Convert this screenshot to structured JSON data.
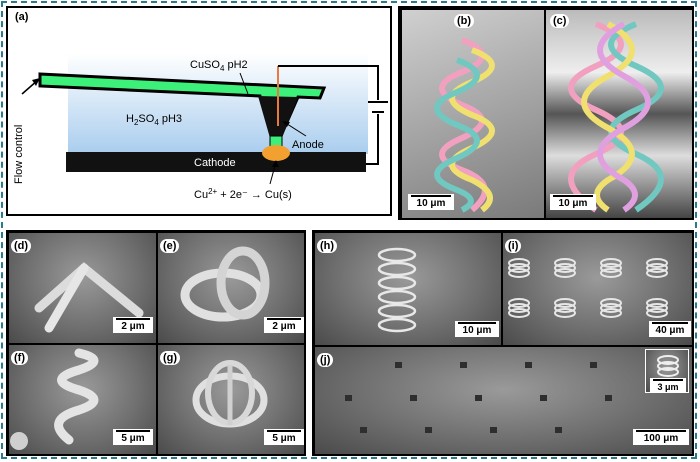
{
  "panels": {
    "a": {
      "label": "(a)",
      "flow_control": "Flow control",
      "cuso4": "CuSO",
      "cuso4_sub": "4",
      "cuso4_ph": " pH2",
      "h2so4": "H",
      "h2so4_sub1": "2",
      "h2so4_mid": "SO",
      "h2so4_sub2": "4",
      "h2so4_ph": " pH3",
      "anode": "Anode",
      "cathode": "Cathode",
      "reaction_pre": "Cu",
      "reaction_sup": "2+",
      "reaction_post": " + 2e⁻ → Cu(s)",
      "colors": {
        "channel": "#3df07a",
        "solution": "#bcd8f2",
        "cathode": "#111111",
        "deposit": "#f2a030",
        "wire": "#e87a40"
      }
    },
    "b": {
      "label": "(b)",
      "scale": "10 μm"
    },
    "c": {
      "label": "(c)",
      "scale": "10 μm"
    },
    "d": {
      "label": "(d)",
      "scale": "2 μm"
    },
    "e": {
      "label": "(e)",
      "scale": "2 μm"
    },
    "f": {
      "label": "(f)",
      "scale": "5 μm"
    },
    "g": {
      "label": "(g)",
      "scale": "5 μm"
    },
    "h": {
      "label": "(h)",
      "scale": "10 μm"
    },
    "i": {
      "label": "(i)",
      "scale": "40 μm"
    },
    "j": {
      "label": "(j)",
      "scale": "100 μm",
      "inset_scale": "3 μm"
    }
  },
  "colors": {
    "frame": "#2a7c8c",
    "helix": [
      "#f2a0c0",
      "#f0e070",
      "#70c8c0",
      "#e0a0e0"
    ]
  }
}
